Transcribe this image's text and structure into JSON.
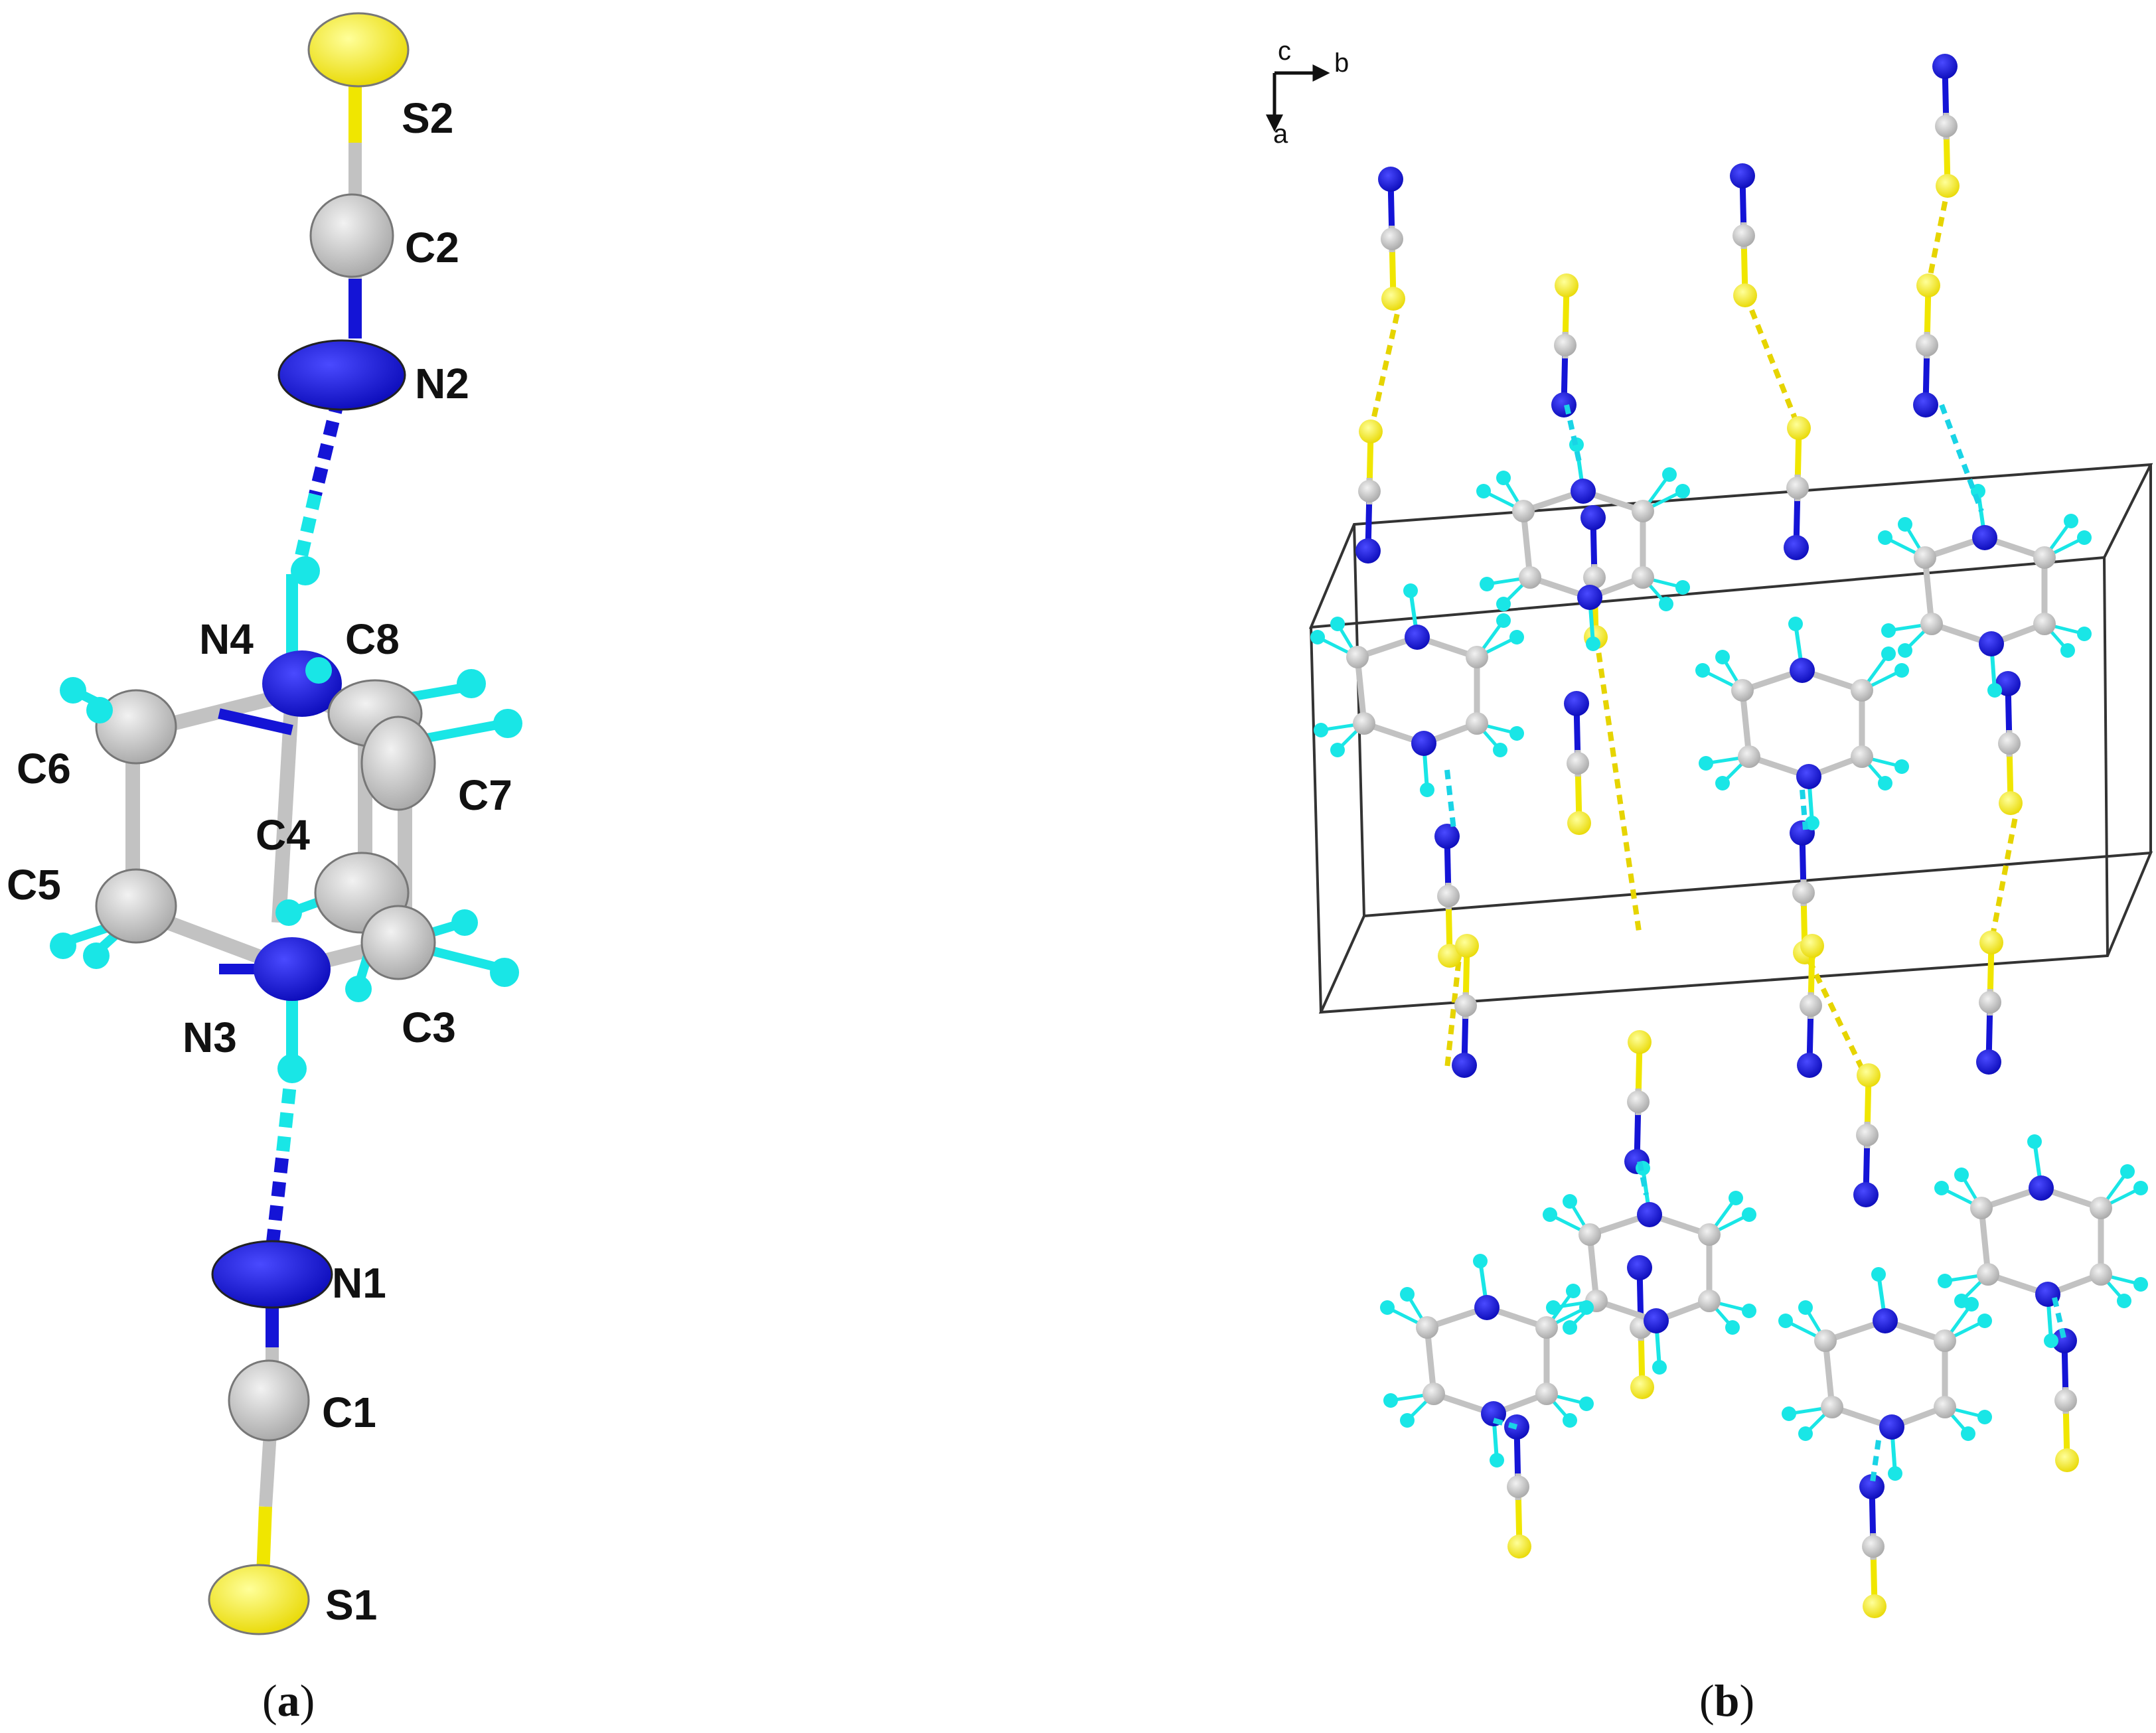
{
  "colors": {
    "sulfur": "#f0e600",
    "carbon": "#c2c2c2",
    "nitrogen": "#1414d6",
    "hydrogen": "#19e6e6",
    "cell_edge": "#333333",
    "hbond_S": "#e6d400",
    "hbond_N": "#19d4e6"
  },
  "panel_a": {
    "label_open": "(",
    "label_letter": "a",
    "label_close": ")",
    "atoms": {
      "S2": "S2",
      "C2": "C2",
      "N2": "N2",
      "N4": "N4",
      "C8": "C8",
      "C6": "C6",
      "C7": "C7",
      "C4": "C4",
      "C5": "C5",
      "N3": "N3",
      "C3": "C3",
      "N1": "N1",
      "C1": "C1",
      "S1": "S1"
    }
  },
  "panel_b": {
    "label_open": "(",
    "label_letter": "b",
    "label_close": ")",
    "axes": {
      "c": "c",
      "b": "b",
      "a": "a"
    }
  }
}
